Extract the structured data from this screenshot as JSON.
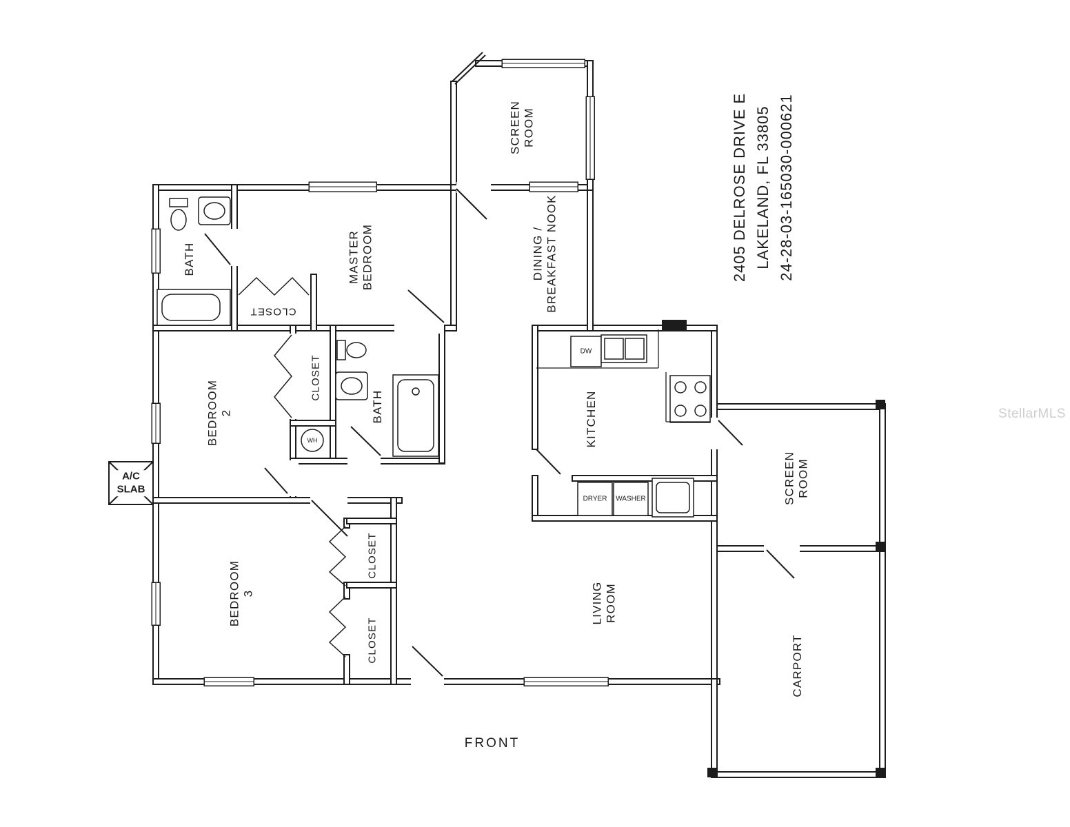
{
  "title_block": {
    "address": "2405 DELROSE DRIVE E\nLAKELAND, FL 33805\n24-28-03-165030-000621"
  },
  "rooms": {
    "screen_room_top": "SCREEN\nROOM",
    "dining_nook": "DINING /\nBREAKFAST NOOK",
    "master_bedroom": "MASTER\nBEDROOM",
    "bath_1": "BATH",
    "master_closet": "CLOSET",
    "bedroom_2": "BEDROOM\n2",
    "hall_closet": "CLOSET",
    "bath_2": "BATH",
    "kitchen": "KITCHEN",
    "bedroom_3": "BEDROOM\n3",
    "closet_a": "CLOSET",
    "closet_b": "CLOSET",
    "living_room": "LIVING\nROOM",
    "screen_room_right": "SCREEN\nROOM",
    "carport": "CARPORT"
  },
  "fixtures": {
    "water_heater": "WH",
    "dishwasher": "DW",
    "dryer": "DRYER",
    "washer": "WASHER",
    "ac_slab": "A/C\nSLAB"
  },
  "annotations": {
    "front": "FRONT",
    "watermark": "StellarMLS"
  },
  "colors": {
    "line": "#1c1c1c",
    "watermark": "#c9c9c9"
  }
}
